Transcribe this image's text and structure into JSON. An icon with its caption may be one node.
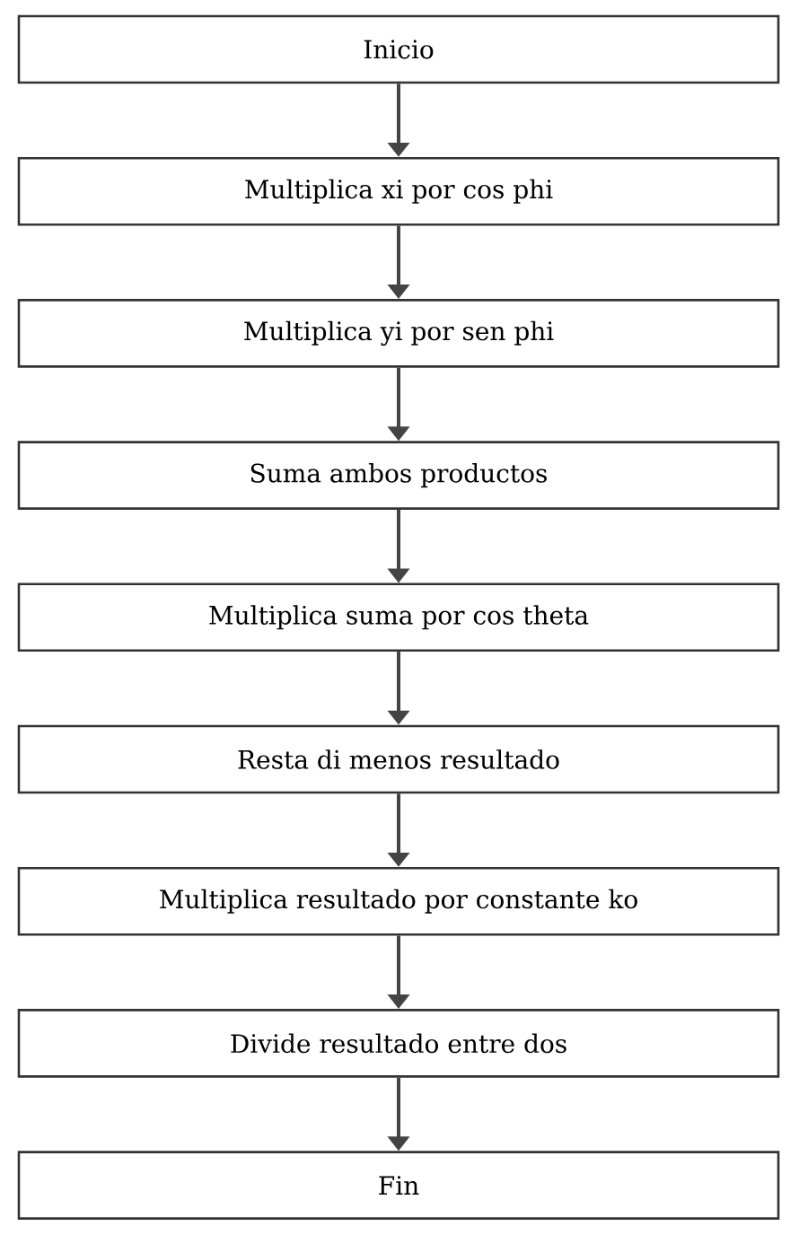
{
  "diagram": {
    "nodes": [
      {
        "text": [
          "Inicio"
        ]
      },
      {
        "text": [
          "Multiplica xi por cos phi"
        ]
      },
      {
        "text": [
          "Multiplica yi por sen phi"
        ]
      },
      {
        "text": [
          "Suma ambos productos"
        ]
      },
      {
        "text": [
          "Multiplica suma por cos theta"
        ]
      },
      {
        "text": [
          "Resta di menos resultado"
        ]
      },
      {
        "text": [
          "Multiplica resultado por constante ko"
        ]
      },
      {
        "text": [
          "Divide resultado entre dos"
        ]
      },
      {
        "text": [
          "Fin"
        ]
      }
    ],
    "edges": [
      {
        "from": 0,
        "to": 1,
        "arrow": "to"
      },
      {
        "from": 1,
        "to": 2,
        "arrow": "to"
      },
      {
        "from": 2,
        "to": 3,
        "arrow": "to"
      },
      {
        "from": 3,
        "to": 4,
        "arrow": "to"
      },
      {
        "from": 4,
        "to": 5,
        "arrow": "to"
      },
      {
        "from": 5,
        "to": 6,
        "arrow": "to"
      },
      {
        "from": 6,
        "to": 7,
        "arrow": "to"
      },
      {
        "from": 7,
        "to": 8,
        "arrow": "to"
      }
    ]
  }
}
